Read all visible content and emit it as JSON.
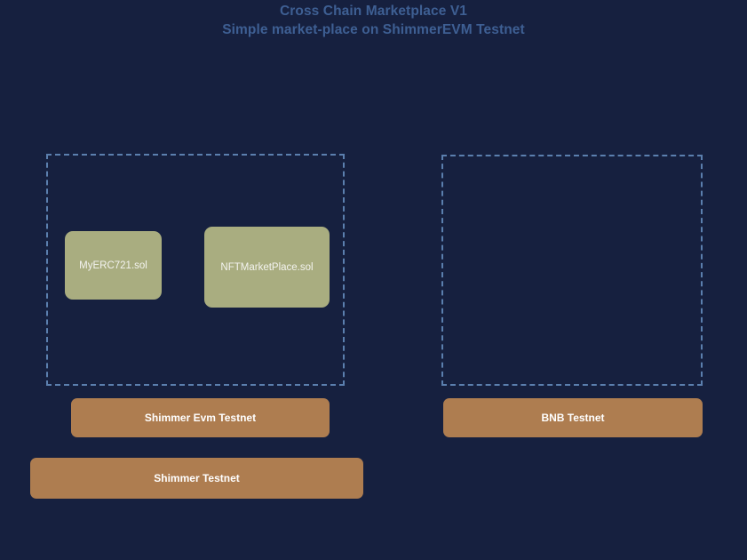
{
  "page": {
    "background_color": "#16203f"
  },
  "header": {
    "title": "Cross Chain Marketplace V1",
    "subtitle": "Simple market-place on ShimmerEVM Testnet",
    "text_color": "#3e5f93"
  },
  "clusters": [
    {
      "id": "shimmer-evm-cluster",
      "label": "",
      "border_color": "#5b7fae",
      "border_style": "dashed"
    },
    {
      "id": "bnb-cluster",
      "label": "",
      "border_color": "#5b7fae",
      "border_style": "dashed"
    }
  ],
  "contracts": [
    {
      "id": "myerc721",
      "label": "MyERC721.sol",
      "fill_color": "#a9ad80",
      "text_color": "#f3f3ef"
    },
    {
      "id": "nftmarketplace",
      "label": "NFTMarketPlace.sol",
      "fill_color": "#a9ad80",
      "text_color": "#f3f3ef"
    }
  ],
  "networks": [
    {
      "id": "shimmer-evm-testnet",
      "label": "Shimmer Evm Testnet",
      "fill_color": "#ae7d50",
      "text_color": "#ffffff"
    },
    {
      "id": "bnb-testnet",
      "label": "BNB Testnet",
      "fill_color": "#ae7d50",
      "text_color": "#ffffff"
    },
    {
      "id": "shimmer-testnet",
      "label": "Shimmer Testnet",
      "fill_color": "#ae7d50",
      "text_color": "#ffffff"
    }
  ]
}
